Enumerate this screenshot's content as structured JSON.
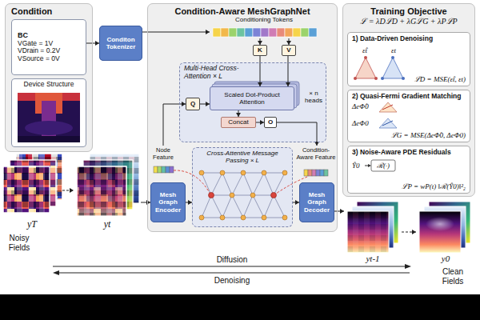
{
  "diagram": {
    "nodes": [
      {
        "text": [
          "Condition"
        ]
      },
      {
        "text": [
          "BC",
          "VGate = 1V",
          "VDrain = 0.2V",
          "VSource = 0V"
        ],
        "in": 0
      },
      {
        "text": [
          "Device Structure"
        ],
        "in": 0
      },
      {
        "text": [
          "Conditon Tokenizer"
        ]
      },
      {
        "text": [
          "Condition-Aware MeshGraphNet"
        ]
      },
      {
        "text": [
          "Conditioning Tokens"
        ],
        "in": 4
      },
      {
        "text": [
          "Multi-Head Cross-Attention × L"
        ],
        "in": 4
      },
      {
        "text": [
          "K"
        ],
        "in": 4
      },
      {
        "text": [
          "V"
        ],
        "in": 4
      },
      {
        "text": [
          "Q"
        ],
        "in": 6
      },
      {
        "text": [
          "Scaled Dot-Product Attention"
        ],
        "in": 6
      },
      {
        "text": [
          "Concat"
        ],
        "in": 6
      },
      {
        "text": [
          "O"
        ],
        "in": 6
      },
      {
        "text": [
          "Node Feature"
        ],
        "in": 4
      },
      {
        "text": [
          "Condition-Aware Feature"
        ],
        "in": 4
      },
      {
        "text": [
          "Mesh Graph Encoder"
        ],
        "in": 4
      },
      {
        "text": [
          "Cross-Attentive Message Passing × L"
        ],
        "in": 4
      },
      {
        "text": [
          "Mesh Graph Decoder"
        ],
        "in": 4
      },
      {
        "text": [
          "Training Objective",
          "ℒ = λDℒD + λGℒG + λPℒP"
        ]
      },
      {
        "text": [
          "1) Data-Driven Denoising",
          "ℒD = MSE(ε̂t, εt)"
        ],
        "in": 18
      },
      {
        "text": [
          "2) Quasi-Fermi Gradient Matching",
          "ℒG = MSE(ΔeΦ̂0, ΔeΦ0)"
        ],
        "in": 18
      },
      {
        "text": [
          "3) Noise-Aware PDE Residuals",
          "ℒP = wP(t) ‖ℛ(Ŷ0)‖²₂"
        ],
        "in": 18
      },
      {
        "text": [
          "yT"
        ]
      },
      {
        "text": [
          "yt"
        ]
      },
      {
        "text": [
          "yt-1"
        ]
      },
      {
        "text": [
          "y0"
        ]
      }
    ],
    "edges": [
      {
        "from": 1,
        "to": 3,
        "arrow": "to"
      },
      {
        "from": 3,
        "to": 5,
        "arrow": "to"
      },
      {
        "from": 5,
        "to": 7,
        "arrow": "to"
      },
      {
        "from": 5,
        "to": 8,
        "arrow": "to"
      },
      {
        "from": 7,
        "to": 10,
        "arrow": "to"
      },
      {
        "from": 8,
        "to": 10,
        "arrow": "to"
      },
      {
        "from": 9,
        "to": 10,
        "arrow": "to"
      },
      {
        "from": 10,
        "to": 11,
        "arrow": "to"
      },
      {
        "from": 11,
        "to": 12,
        "arrow": "to"
      },
      {
        "from": 12,
        "to": 14,
        "arrow": "to"
      },
      {
        "from": 13,
        "to": 9,
        "arrow": "to"
      },
      {
        "from": 23,
        "to": 15,
        "arrow": "to"
      },
      {
        "from": 15,
        "to": 16,
        "arrow": "to"
      },
      {
        "from": 16,
        "to": 17,
        "arrow": "to"
      },
      {
        "from": 17,
        "to": 24,
        "arrow": "to"
      },
      {
        "from": 22,
        "to": 23,
        "arrow": "to"
      },
      {
        "from": 24,
        "to": 25,
        "arrow": "to"
      }
    ],
    "labels": [
      "× n heads",
      "ε̂t",
      "εt",
      "ΔeΦ̂0",
      "ΔeΦ0",
      "Ŷ0",
      "ℛ(·)",
      "Noisy Fields",
      "Diffusion",
      "Denoising",
      "Clean Fields"
    ]
  }
}
